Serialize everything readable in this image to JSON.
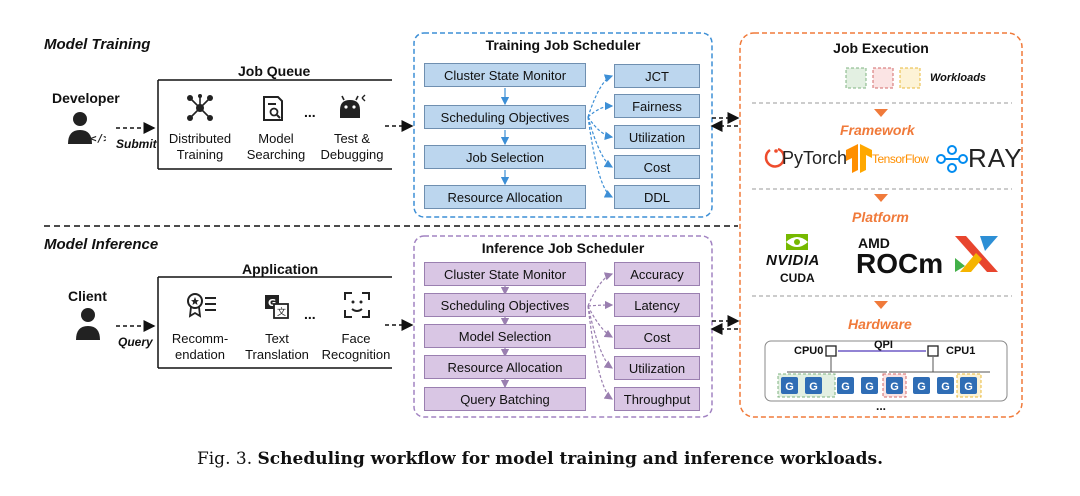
{
  "training": {
    "section_title": "Model Training",
    "actor": "Developer",
    "action": "Submit",
    "queue_title": "Job Queue",
    "items": [
      "Distributed\nTraining",
      "Model\nSearching",
      "Test &\nDebugging"
    ],
    "ellipsis": "...",
    "scheduler_title": "Training Job Scheduler",
    "steps": [
      "Cluster State Monitor",
      "Scheduling Objectives",
      "Job Selection",
      "Resource Allocation"
    ],
    "objectives": [
      "JCT",
      "Fairness",
      "Utilization",
      "Cost",
      "DDL"
    ]
  },
  "inference": {
    "section_title": "Model Inference",
    "actor": "Client",
    "action": "Query",
    "app_title": "Application",
    "items": [
      "Recomm-\nendation",
      "Text\nTranslation",
      "Face\nRecognition"
    ],
    "ellipsis": "...",
    "scheduler_title": "Inference Job Scheduler",
    "steps": [
      "Cluster State Monitor",
      "Scheduling Objectives",
      "Model Selection",
      "Resource Allocation",
      "Query Batching"
    ],
    "objectives": [
      "Accuracy",
      "Latency",
      "Cost",
      "Utilization",
      "Throughput"
    ]
  },
  "execution": {
    "title": "Job Execution",
    "workloads": "Workloads",
    "framework_title": "Framework",
    "frameworks": [
      "PyTorch",
      "TensorFlow",
      "RAY"
    ],
    "platform_title": "Platform",
    "platforms": {
      "nvidia": "NVIDIA",
      "cuda": "CUDA",
      "amd": "AMD",
      "rocm": "ROCm"
    },
    "hardware_title": "Hardware",
    "cpu0": "CPU0",
    "cpu1": "CPU1",
    "qpi": "QPI",
    "gpu_glyph": "G",
    "more": "..."
  },
  "caption": {
    "prefix": "Fig. 3.",
    "text": "Scheduling workflow for model training and inference workloads."
  },
  "colors": {
    "train_blue": "#bcd6ee",
    "train_border": "#3d8fd6",
    "infer_purple": "#d9c6e4",
    "infer_border": "#a283c2",
    "exec_orange": "#f07a3a"
  }
}
